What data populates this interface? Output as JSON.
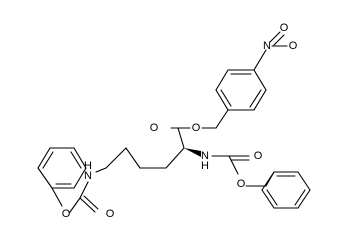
{
  "structure": {
    "atoms": {
      "nitro_n": "N",
      "nitro_o_top": "O",
      "nitro_o_right": "O",
      "ester_o_carbonyl": "O",
      "ester_o_single": "O",
      "alpha_nh": "N",
      "carbamate1_o_carbonyl": "O",
      "carbamate1_o_single": "O",
      "eps_nh": "N",
      "carbamate2_o_carbonyl": "O",
      "carbamate2_o_single": "O"
    },
    "hydrogens": {
      "alpha_nh_h": "H",
      "eps_nh_h": "H"
    }
  }
}
